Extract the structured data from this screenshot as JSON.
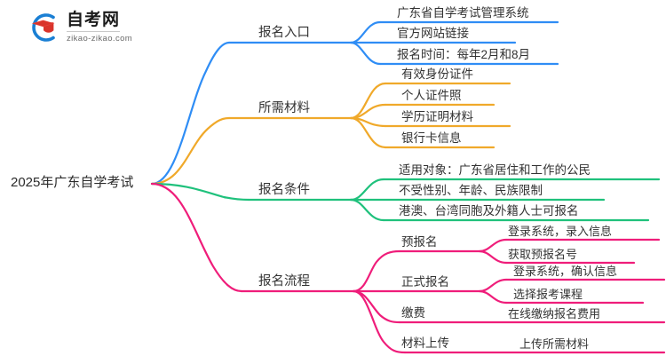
{
  "brand": {
    "logo_icon": "graduation-cap-logo-icon",
    "title": "自考网",
    "domain": "zikao-zikao.com"
  },
  "colors": {
    "branch_blue": "#2f8df5",
    "branch_orange": "#f0a92a",
    "branch_green": "#1fc17c",
    "branch_pink": "#ef1d7a",
    "text": "#333333"
  },
  "mindmap": {
    "root": "2025年广东自学考试",
    "branches": [
      {
        "label": "报名入口",
        "color": "#2f8df5",
        "children": [
          {
            "label": "广东省自学考试管理系统"
          },
          {
            "label": "官方网站链接"
          },
          {
            "label": "报名时间：每年2月和8月"
          }
        ]
      },
      {
        "label": "所需材料",
        "color": "#f0a92a",
        "children": [
          {
            "label": "有效身份证件"
          },
          {
            "label": "个人证件照"
          },
          {
            "label": "学历证明材料"
          },
          {
            "label": "银行卡信息"
          }
        ]
      },
      {
        "label": "报名条件",
        "color": "#1fc17c",
        "children": [
          {
            "label": "适用对象：广东省居住和工作的公民"
          },
          {
            "label": "不受性别、年龄、民族限制"
          },
          {
            "label": "港澳、台湾同胞及外籍人士可报名"
          }
        ]
      },
      {
        "label": "报名流程",
        "color": "#ef1d7a",
        "children": [
          {
            "label": "预报名",
            "children": [
              {
                "label": "登录系统，录入信息"
              },
              {
                "label": "获取预报名号"
              }
            ]
          },
          {
            "label": "正式报名",
            "children": [
              {
                "label": "登录系统，确认信息"
              },
              {
                "label": "选择报考课程"
              }
            ]
          },
          {
            "label": "缴费",
            "children": [
              {
                "label": "在线缴纳报名费用"
              }
            ]
          },
          {
            "label": "材料上传",
            "children": [
              {
                "label": "上传所需材料"
              }
            ]
          }
        ]
      }
    ]
  }
}
